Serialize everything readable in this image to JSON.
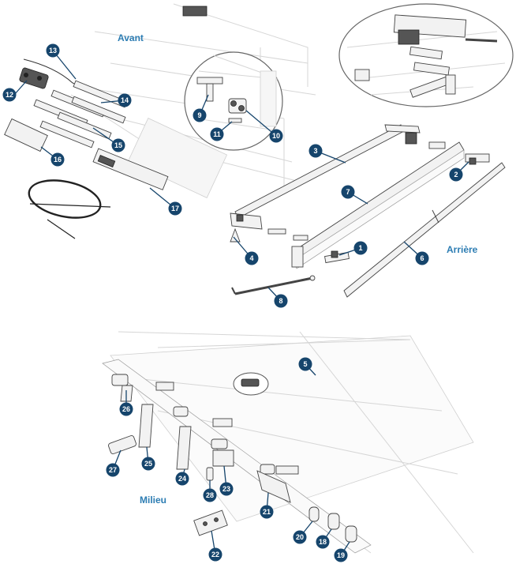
{
  "labels": {
    "front": "Avant",
    "rear": "Arrière",
    "middle": "Milieu"
  },
  "callouts": [
    "1",
    "2",
    "3",
    "4",
    "5",
    "6",
    "7",
    "8",
    "9",
    "10",
    "11",
    "12",
    "13",
    "14",
    "15",
    "16",
    "17",
    "18",
    "19",
    "20",
    "21",
    "22",
    "23",
    "24",
    "25",
    "26",
    "27",
    "28"
  ],
  "colors": {
    "callout_fill": "#16456c",
    "label_text": "#2d7db3",
    "line_art": "#444444"
  }
}
